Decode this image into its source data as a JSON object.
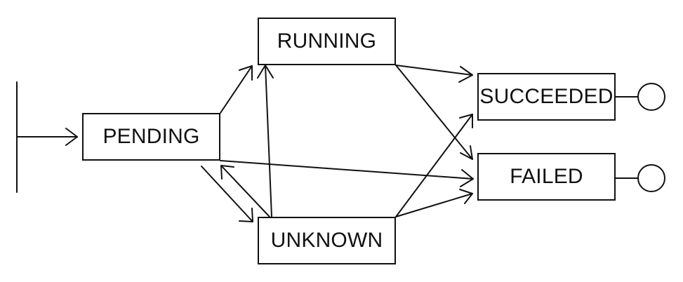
{
  "diagram": {
    "states": {
      "pending": "PENDING",
      "running": "RUNNING",
      "unknown": "UNKNOWN",
      "succeeded": "SUCCEEDED",
      "failed": "FAILED"
    },
    "transitions": [
      {
        "from": "initial",
        "to": "PENDING"
      },
      {
        "from": "PENDING",
        "to": "RUNNING"
      },
      {
        "from": "PENDING",
        "to": "UNKNOWN"
      },
      {
        "from": "PENDING",
        "to": "FAILED"
      },
      {
        "from": "UNKNOWN",
        "to": "PENDING"
      },
      {
        "from": "UNKNOWN",
        "to": "RUNNING"
      },
      {
        "from": "UNKNOWN",
        "to": "SUCCEEDED"
      },
      {
        "from": "UNKNOWN",
        "to": "FAILED"
      },
      {
        "from": "RUNNING",
        "to": "SUCCEEDED"
      },
      {
        "from": "RUNNING",
        "to": "FAILED"
      }
    ],
    "final_states": [
      "SUCCEEDED",
      "FAILED"
    ],
    "colors": {
      "stroke": "#111111",
      "background": "#ffffff"
    }
  }
}
